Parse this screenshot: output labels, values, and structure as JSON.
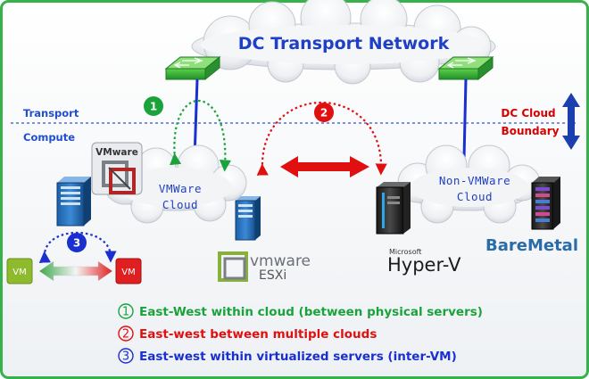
{
  "title": "DC Transport Network",
  "layers": {
    "transport": "Transport",
    "compute": "Compute"
  },
  "boundary": {
    "line1": "DC Cloud",
    "line2": "Boundary"
  },
  "clouds": {
    "vmware": {
      "line1": "VMWare",
      "line2": "Cloud"
    },
    "nonvmware": {
      "line1": "Non-VMWare",
      "line2": "Cloud"
    }
  },
  "badges": {
    "one": "1",
    "two": "2",
    "three": "3"
  },
  "vms": {
    "left": "VM",
    "right": "VM"
  },
  "logos": {
    "vmware_box": "VMware",
    "esxi_brand": "vmware",
    "esxi_product": "ESXi",
    "hyperv_vendor": "Microsoft",
    "hyperv_product": "Hyper-V",
    "baremetal": "BareMetal"
  },
  "legend": [
    {
      "num": "1",
      "text": "East-West within cloud (between physical servers)",
      "color": "#1aa33a"
    },
    {
      "num": "2",
      "text": "East-west between multiple clouds",
      "color": "#e01010"
    },
    {
      "num": "3",
      "text": "East-west within virtualized servers (inter-VM)",
      "color": "#1a2fd0"
    }
  ],
  "colors": {
    "border": "#37b24a",
    "green": "#1aa33a",
    "red": "#e01010",
    "blue": "#1a2fd0",
    "boundary_arrow": "#1c3fb0"
  }
}
